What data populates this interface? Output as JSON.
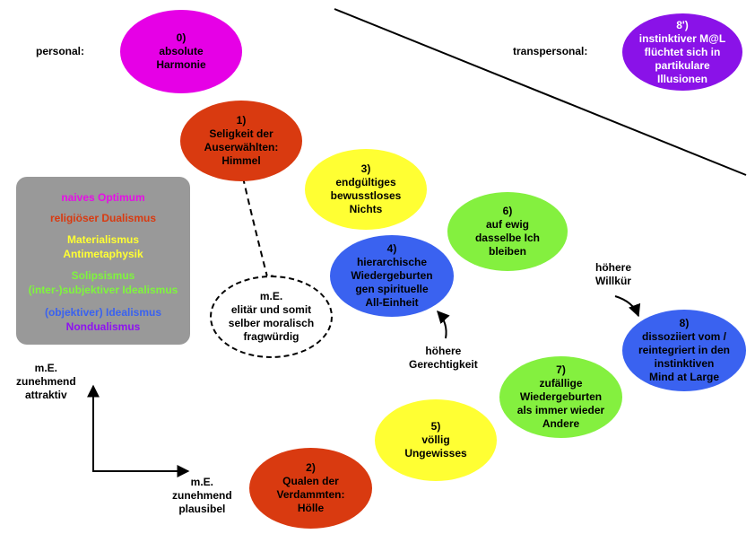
{
  "labels": {
    "personal": "personal:",
    "transpersonal": "transpersonal:",
    "higher_arbitrariness": "höhere\nWillkür",
    "higher_justice": "höhere\nGerechtigkeit",
    "axis_y": "m.E.\nzunehmend\nattraktiv",
    "axis_x": "m.E.\nzunehmend\nplausibel"
  },
  "nodes": {
    "n0": "0)\nabsolute\nHarmonie",
    "n1": "1)\nSeligkeit der\nAuserwählten:\nHimmel",
    "n2": "2)\nQualen der\nVerdammten:\nHölle",
    "n3": "3)\nendgültiges\nbewusstloses\nNichts",
    "n4": "4)\nhierarchische\nWiedergeburten\ngen spirituelle\nAll-Einheit",
    "n5": "5)\nvöllig\nUngewisses",
    "n6": "6)\nauf ewig\ndasselbe Ich\nbleiben",
    "n7": "7)\nzufällige\nWiedergeburten\nals immer wieder\nAndere",
    "n8": "8)\ndissoziiert vom /\nreintegriert in den\ninstinktiven\nMind at Large",
    "n8p": "8')\ninstinktiver M@L\nflüchtet sich in\npartikulare\nIllusionen",
    "me": "m.E.\nelitär und somit\nselber moralisch\nfragwürdig"
  },
  "legend": [
    {
      "text": "naives Optimum",
      "color": "#e60fe6"
    },
    {
      "text": "religiöser Dualismus",
      "color": "#d93a10"
    },
    {
      "text": "Materialismus",
      "color": "#ffff33"
    },
    {
      "text": "Antimetaphysik",
      "color": "#ffff33"
    },
    {
      "text": "Solipsismus",
      "color": "#7ff53d"
    },
    {
      "text": "(inter-)subjektiver Idealismus",
      "color": "#7ff53d"
    },
    {
      "text": "(objektiver) Idealismus",
      "color": "#3a62f0"
    },
    {
      "text": "Nondualismus",
      "color": "#8e12f0"
    }
  ],
  "colors": {
    "magenta": "#e600e6",
    "red": "#d93a10",
    "yellow": "#ffff33",
    "green": "#84f03f",
    "blue": "#3a62f0",
    "purple": "#8a12e8",
    "legend_bg": "#999999"
  }
}
